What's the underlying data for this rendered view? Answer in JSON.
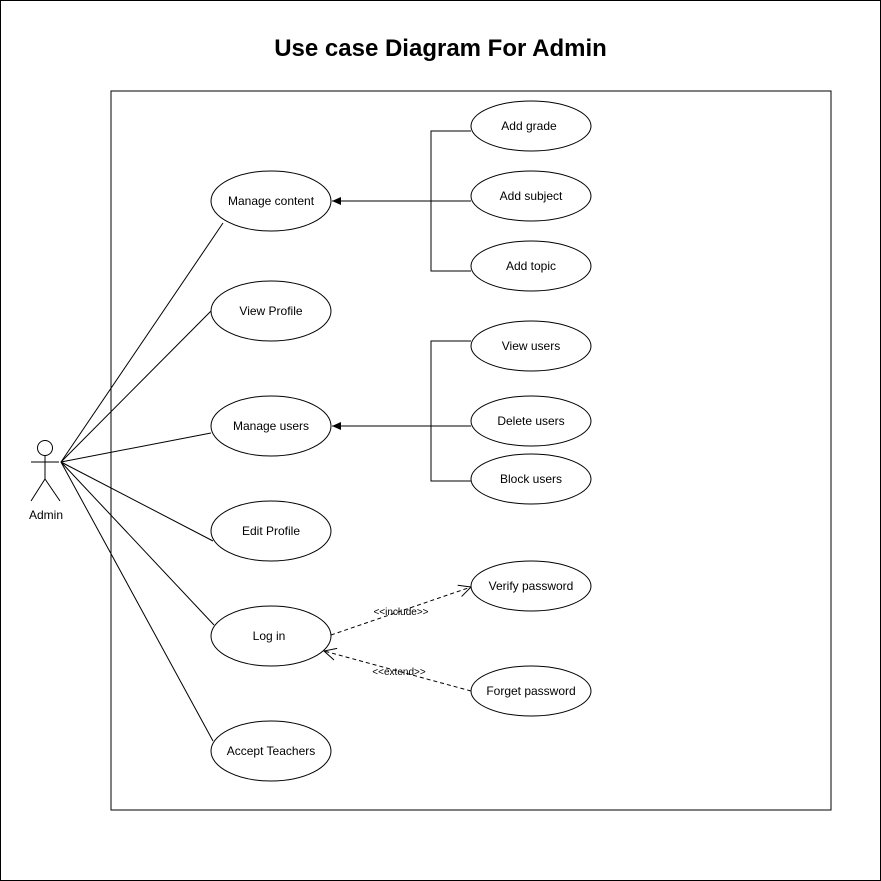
{
  "title": "Use case Diagram For Admin",
  "actor": {
    "label": "Admin"
  },
  "use_cases": {
    "manage_content": "Manage content",
    "view_profile": "View Profile",
    "manage_users": "Manage users",
    "edit_profile": "Edit Profile",
    "log_in": "Log in",
    "accept_teachers": "Accept Teachers",
    "add_grade": "Add grade",
    "add_subject": "Add subject",
    "add_topic": "Add topic",
    "view_users": "View users",
    "delete_users": "Delete users",
    "block_users": "Block users",
    "verify_password": "Verify password",
    "forget_password": "Forget password"
  },
  "relations": {
    "include": "<<include>>",
    "extend": "<<extend>>"
  },
  "colors": {
    "stroke": "#000000",
    "fill": "#ffffff"
  }
}
